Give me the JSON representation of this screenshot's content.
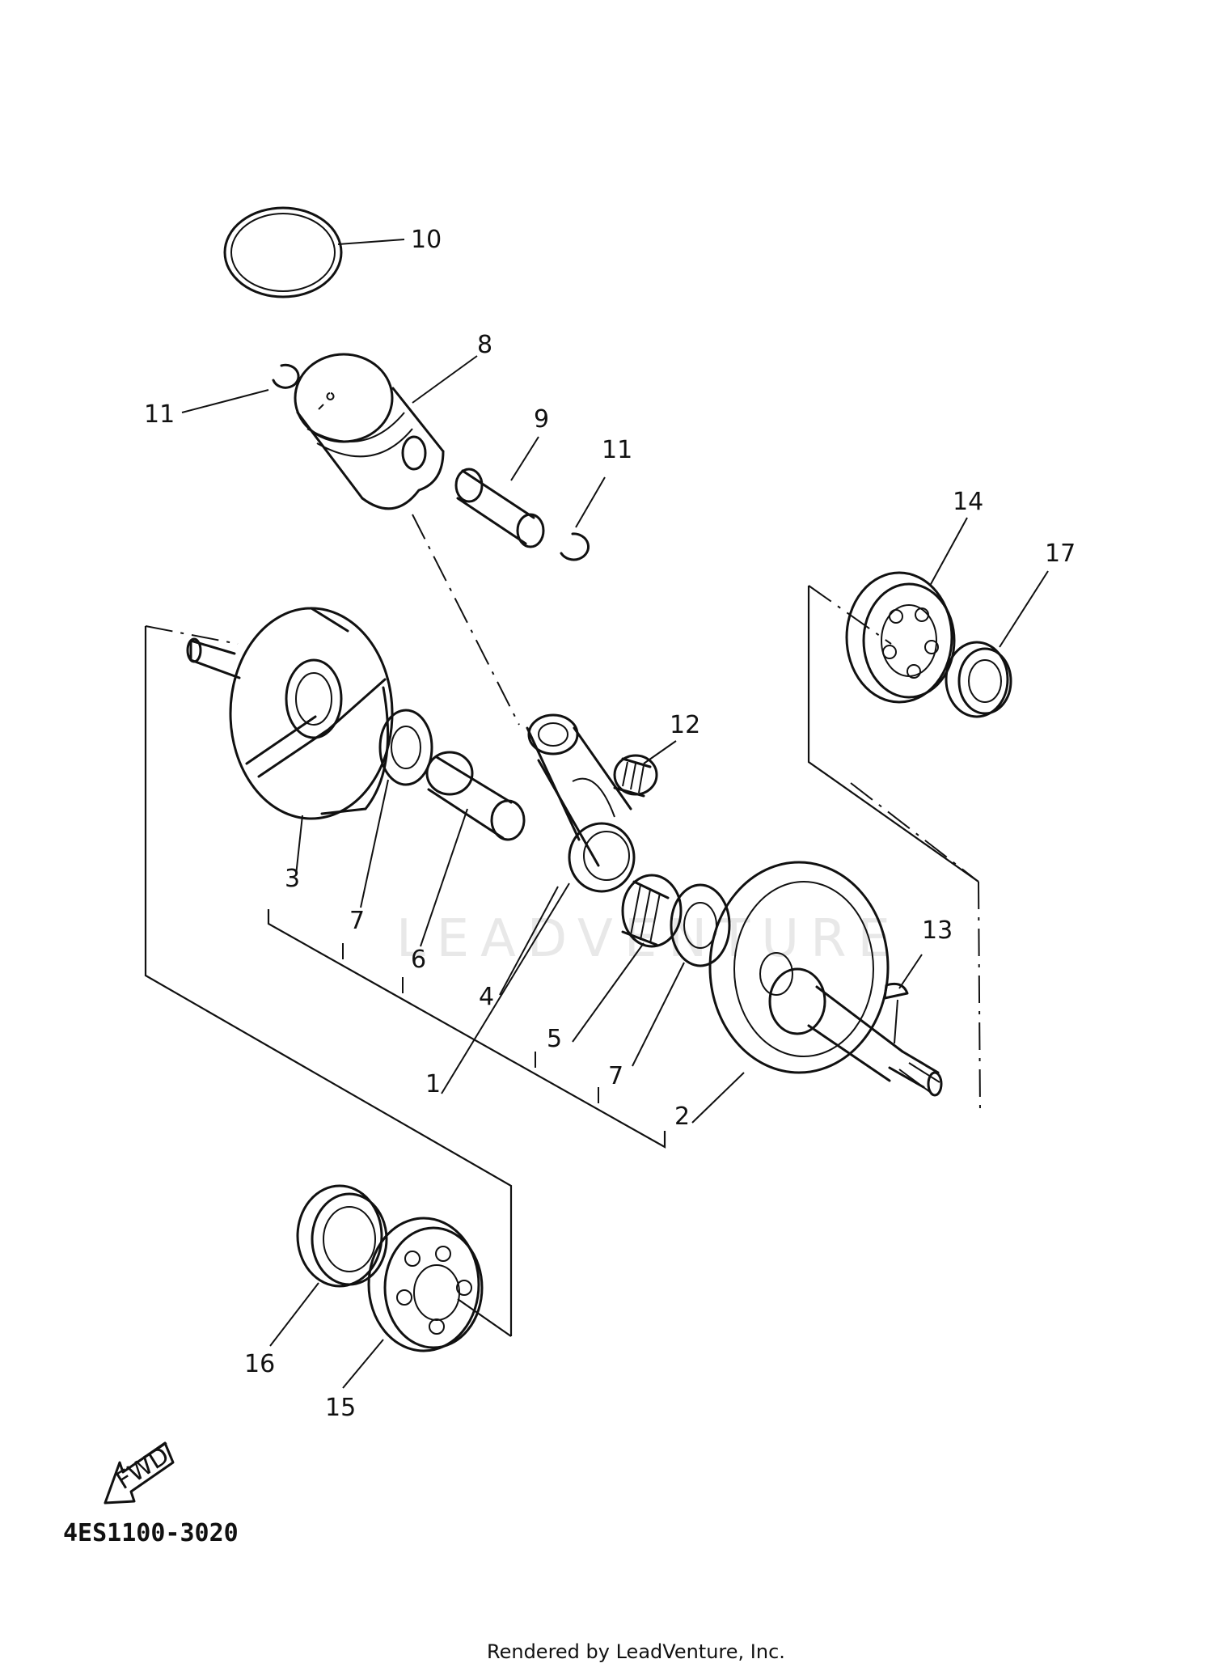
{
  "watermark": "LEADVENTURE",
  "diagram_code": "4ES1100-3020",
  "render_credit": "Rendered by LeadVenture, Inc.",
  "fwd_label": "FWD",
  "callouts": {
    "c1": "1",
    "c2": "2",
    "c3": "3",
    "c4": "4",
    "c5": "5",
    "c6": "6",
    "c7a": "7",
    "c7b": "7",
    "c8": "8",
    "c9": "9",
    "c10": "10",
    "c11a": "11",
    "c11b": "11",
    "c12": "12",
    "c13": "13",
    "c14": "14",
    "c15": "15",
    "c16": "16",
    "c17": "17"
  }
}
